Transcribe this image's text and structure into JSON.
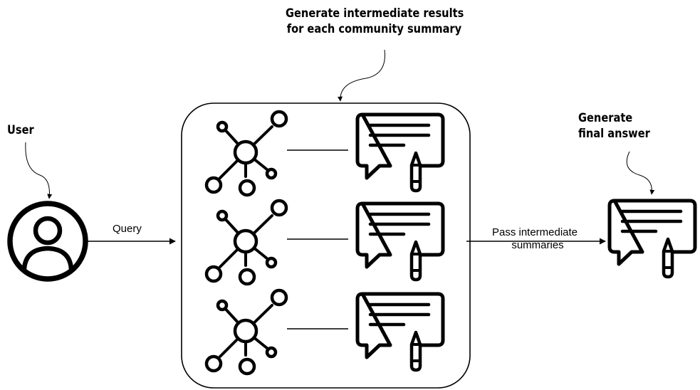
{
  "annotations": {
    "generate_intermediate": {
      "line1": "Generate intermediate results",
      "line2": "for each community summary"
    },
    "user": "User",
    "generate_final": {
      "line1": "Generate",
      "line2": "final answer"
    }
  },
  "edges": {
    "query": "Query",
    "pass_intermediate": {
      "line1": "Pass intermediate",
      "line2": "summaries"
    }
  },
  "icons": {
    "user": "user-avatar-icon",
    "community_graph": "network-graph-icon",
    "summary": "document-chat-pencil-icon"
  },
  "rows": [
    {
      "graph": "network-graph-icon",
      "summary": "document-chat-pencil-icon"
    },
    {
      "graph": "network-graph-icon",
      "summary": "document-chat-pencil-icon"
    },
    {
      "graph": "network-graph-icon",
      "summary": "document-chat-pencil-icon"
    }
  ]
}
